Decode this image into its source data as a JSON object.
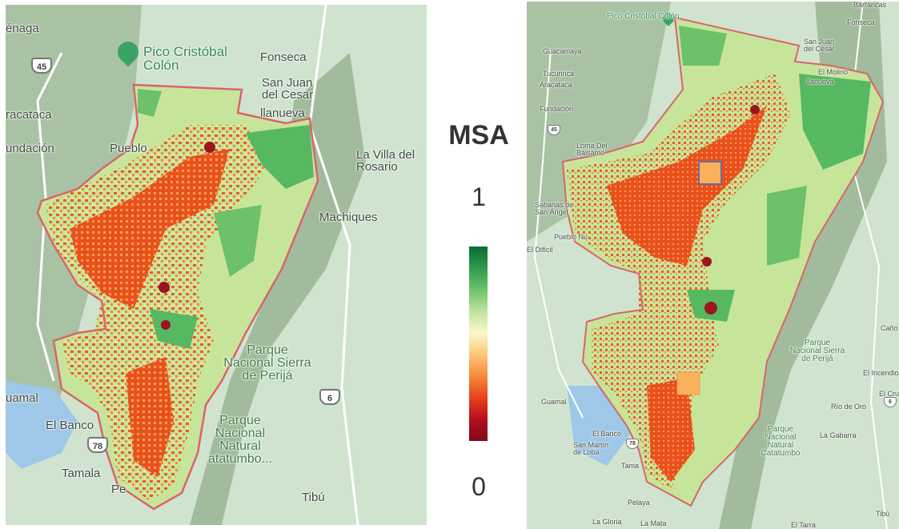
{
  "legend": {
    "title": "MSA",
    "max_label": "1",
    "min_label": "0",
    "gradient": [
      "#0b6b35",
      "#2e9a4d",
      "#6fc26a",
      "#bfe3a0",
      "#fbf7c8",
      "#fbc777",
      "#f58a3a",
      "#e8421d",
      "#b50f1e",
      "#7f0a1a"
    ]
  },
  "colors": {
    "map_background": "#cfe3cf",
    "mountain": "#a9c2a3",
    "boundary": "#d9646c",
    "region_base": "#c7e59a",
    "high_msa": "#57b862",
    "low_msa": "#ec5a2a",
    "very_low_msa": "#9b1520",
    "mid_msa": "#f9c46b",
    "water": "#9fc7e8",
    "road": "#ffffff"
  },
  "left_map": {
    "pin_icon": "mountain-peak-pin-icon",
    "labels": {
      "cienaga": "énaga",
      "pico": "Pico Cristóbal Colón",
      "fonseca": "Fonseca",
      "sanjuan": "San Juan del Cesar",
      "villanueva": "llanueva",
      "aracataca": "racataca",
      "fundacion": "undación",
      "pueblo": "Pueblo",
      "lavilla": "La Villa del Rosario",
      "machiques": "Machiques",
      "parque_perija": "Parque Nacional Sierra de Perijá",
      "guamal": "uamal",
      "elbanco": "El Banco",
      "tamalameque": "Tamala",
      "pelaya": "Pe",
      "parque_catatumbo": "Parque Nacional Natural atatumbo...",
      "tibu": "Tibú"
    },
    "route_shields": [
      "45",
      "78",
      "6"
    ]
  },
  "right_map": {
    "pin_icon": "mountain-peak-pin-icon",
    "labels": {
      "pico": "Pico Cristóbal Colón",
      "guacamaya": "Guacamaya",
      "tucurinca": "Tucurinca",
      "aracataca": "Aracataca",
      "fundacion": "Fundación",
      "fonseca": "Fonseca",
      "sanjuan": "San Juan del Cesar",
      "elmolino": "El Molino",
      "villanueva": "llanueva",
      "barrancas": "Barrancas",
      "loma": "Loma Del Bálsamo",
      "sabanas": "Sabanas de San Ángel",
      "pueblonuevo": "Pueblo Nu",
      "eldificil": "El Difícil",
      "cano": "Caño",
      "parque_perija": "Parque Nacional Sierra de Perijá",
      "elincendio": "El Incendio",
      "elcruce": "El Cruce",
      "guamal": "Guamal",
      "riodeoro": "Río de Oro",
      "elbanco": "El Banco",
      "sanmartin": "San Martín de Loba",
      "tamalameque": "Tama",
      "lagabarra": "La Gabarra",
      "parque_catatumbo": "Parque Nacional Natural Catatumbo",
      "pelaya": "Pelaya",
      "lagloria": "La Gloria",
      "lamata": "La Mata",
      "eltarra": "El Tarra",
      "tibu": "Tibú"
    },
    "route_shields": [
      "45",
      "78",
      "6"
    ]
  }
}
